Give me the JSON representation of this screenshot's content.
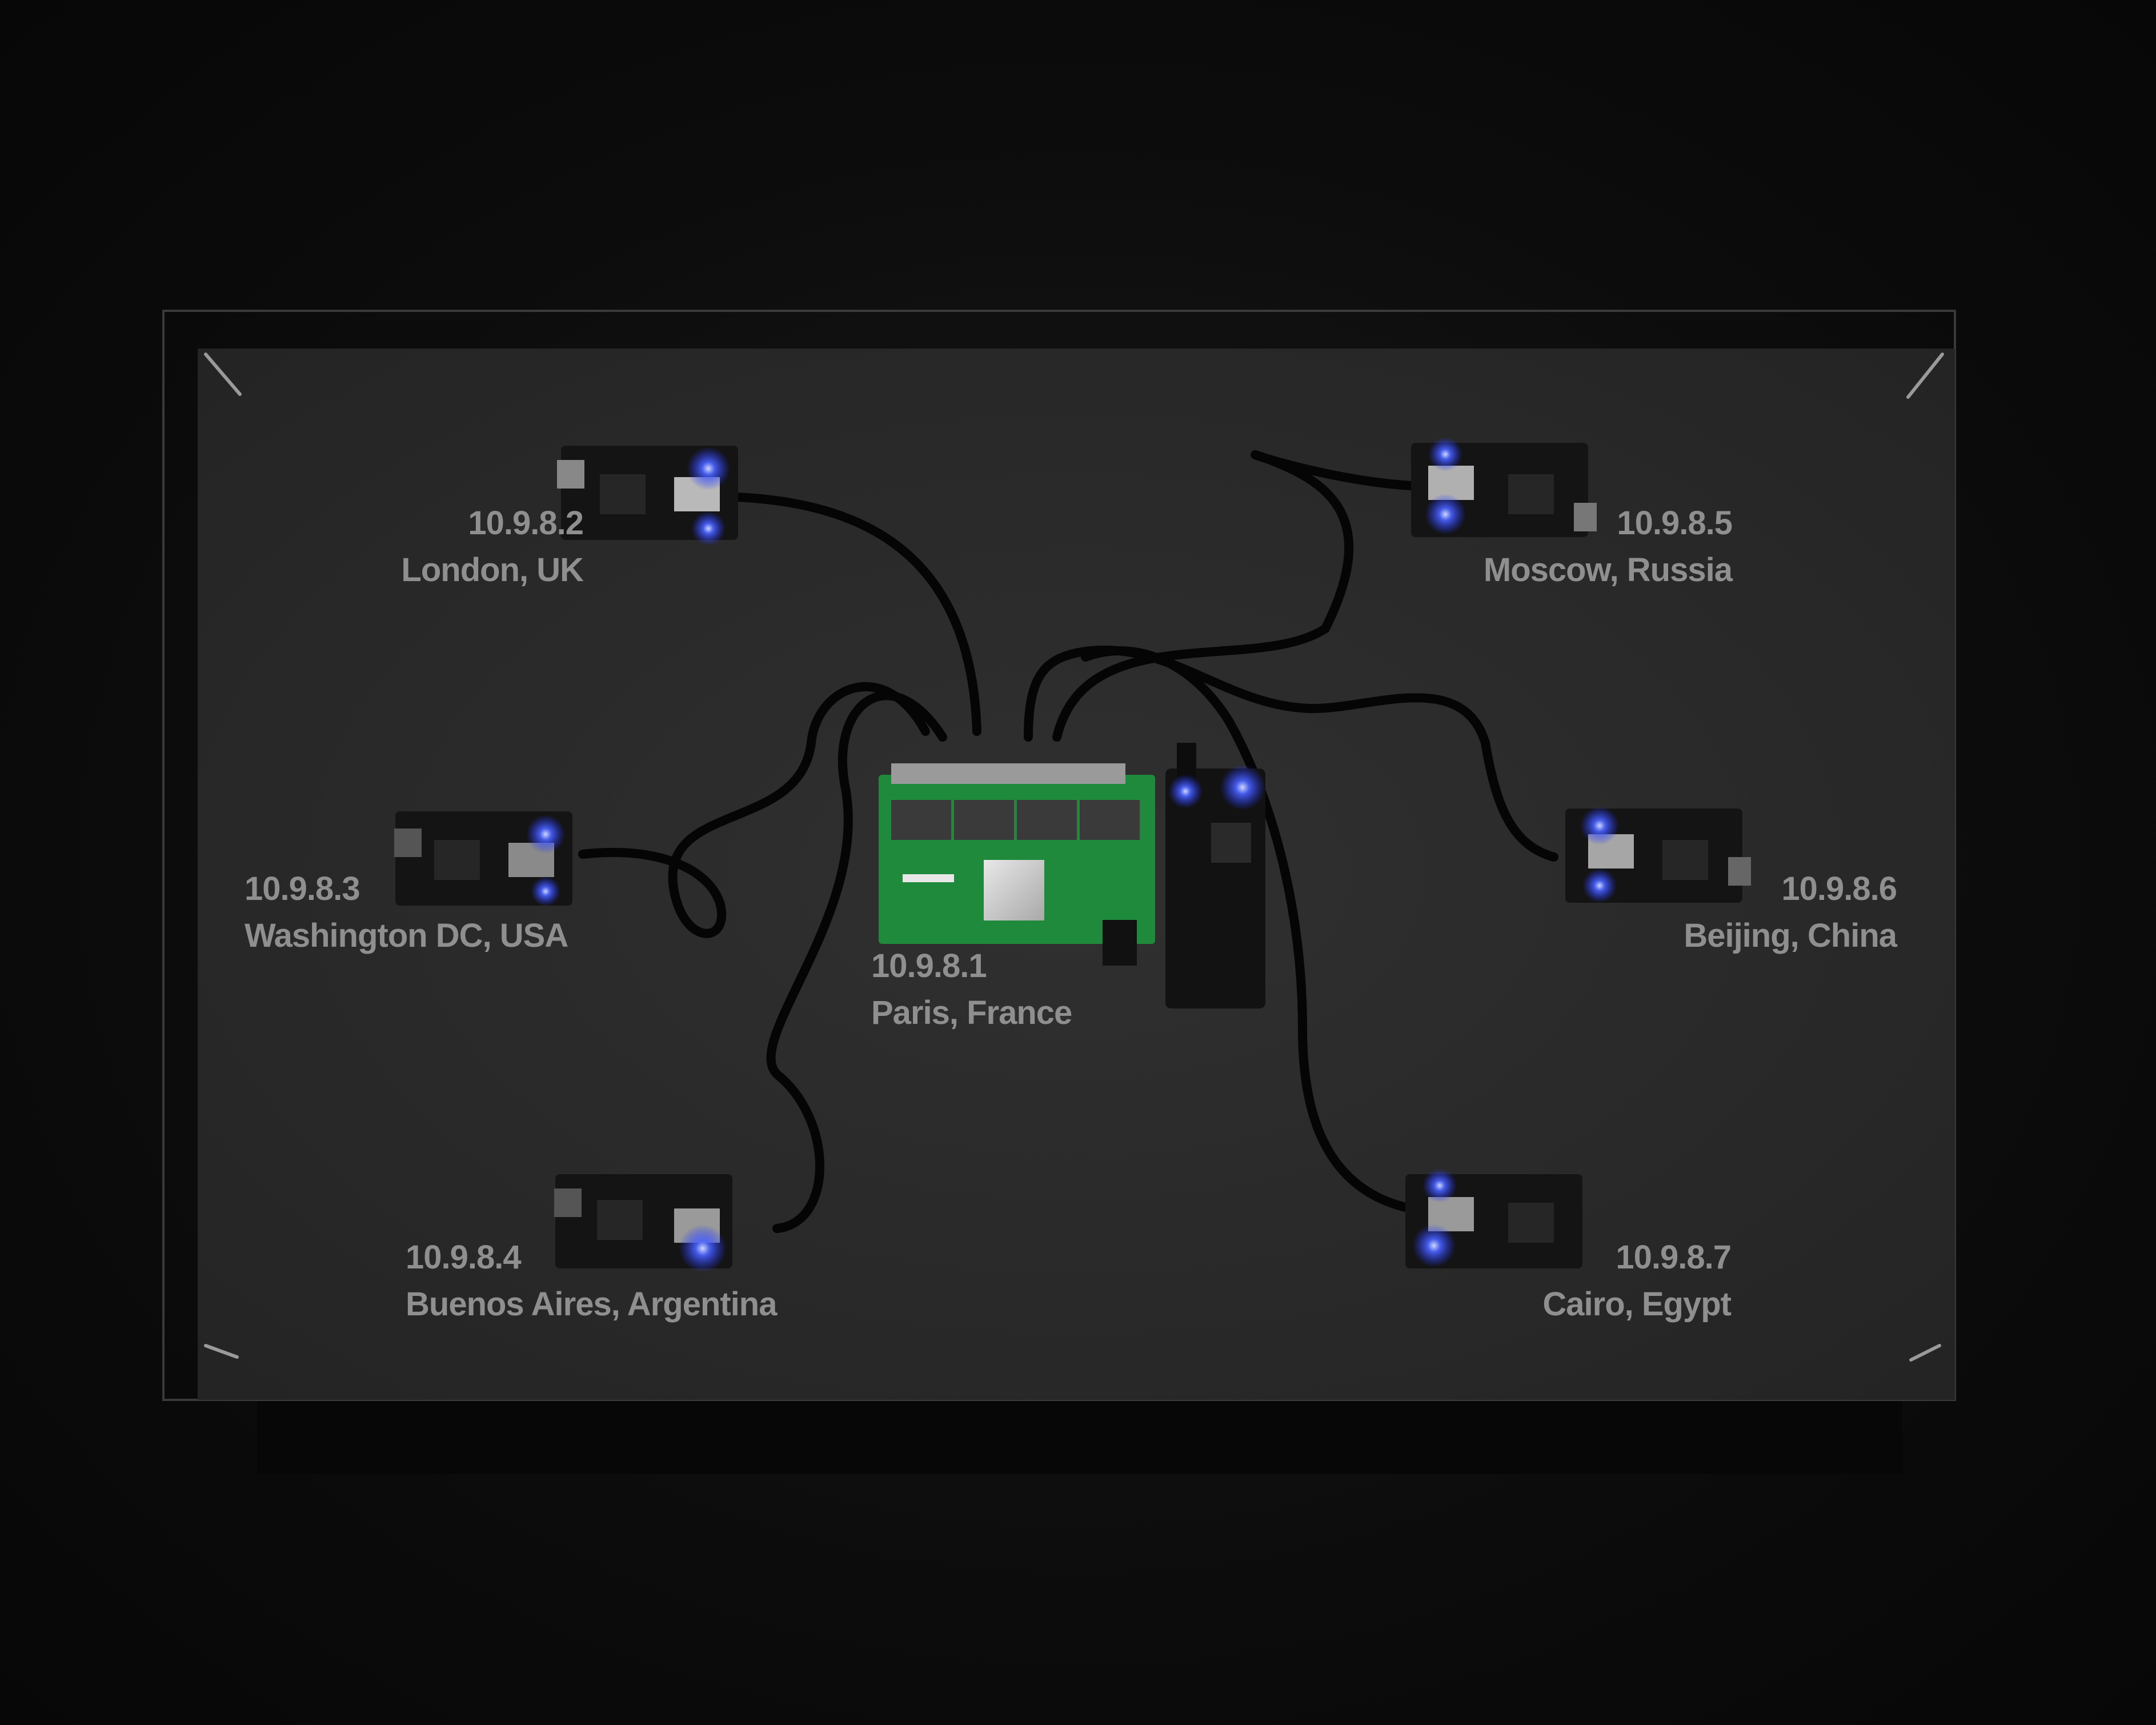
{
  "colors": {
    "background": "#0c0c0c",
    "panel": "#2b2b2b",
    "label_text": "#8f8f8f",
    "led_blue": "#3a55ff",
    "router_pcb": "#1f8a3c",
    "cable": "#050505"
  },
  "router": {
    "ip": "10.9.8.1",
    "location": "Paris, France"
  },
  "nodes": [
    {
      "ip": "10.9.8.2",
      "location": "London, UK"
    },
    {
      "ip": "10.9.8.3",
      "location": "Washington DC, USA"
    },
    {
      "ip": "10.9.8.4",
      "location": "Buenos Aires, Argentina"
    },
    {
      "ip": "10.9.8.5",
      "location": "Moscow, Russia"
    },
    {
      "ip": "10.9.8.6",
      "location": "Beijing, China"
    },
    {
      "ip": "10.9.8.7",
      "location": "Cairo, Egypt"
    }
  ]
}
